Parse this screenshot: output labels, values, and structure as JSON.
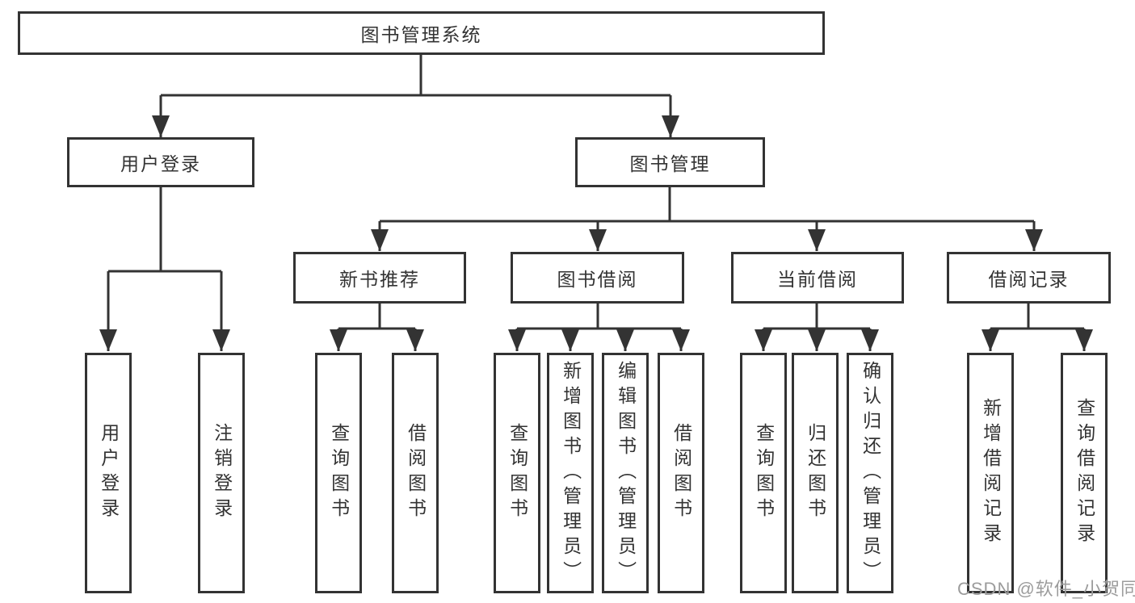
{
  "diagram": {
    "root": {
      "label": "图书管理系统"
    },
    "level2": {
      "user_login": {
        "label": "用户登录"
      },
      "book_management": {
        "label": "图书管理"
      }
    },
    "level3": {
      "new_book_recommend": {
        "label": "新书推荐"
      },
      "book_borrow": {
        "label": "图书借阅"
      },
      "current_borrow": {
        "label": "当前借阅"
      },
      "borrow_records": {
        "label": "借阅记录"
      }
    },
    "leaves": {
      "user_login_children": [
        {
          "label": "用户登录"
        },
        {
          "label": "注销登录"
        }
      ],
      "new_book_children": [
        {
          "label": "查询图书"
        },
        {
          "label": "借阅图书"
        }
      ],
      "book_borrow_children": [
        {
          "label": "查询图书"
        },
        {
          "label": "新增图书（管理员）"
        },
        {
          "label": "编辑图书（管理员）"
        },
        {
          "label": "借阅图书"
        }
      ],
      "current_borrow_children": [
        {
          "label": "查询图书"
        },
        {
          "label": "归还图书"
        },
        {
          "label": "确认归还（管理员）"
        }
      ],
      "borrow_records_children": [
        {
          "label": "新增借阅记录"
        },
        {
          "label": "查询借阅记录"
        }
      ]
    },
    "watermark": {
      "label": "CSDN @软件_小贺同学"
    },
    "colors": {
      "line": "#333333",
      "box_background": "#ffffff",
      "text": "#333333",
      "watermark": "#9c9c9c"
    }
  }
}
